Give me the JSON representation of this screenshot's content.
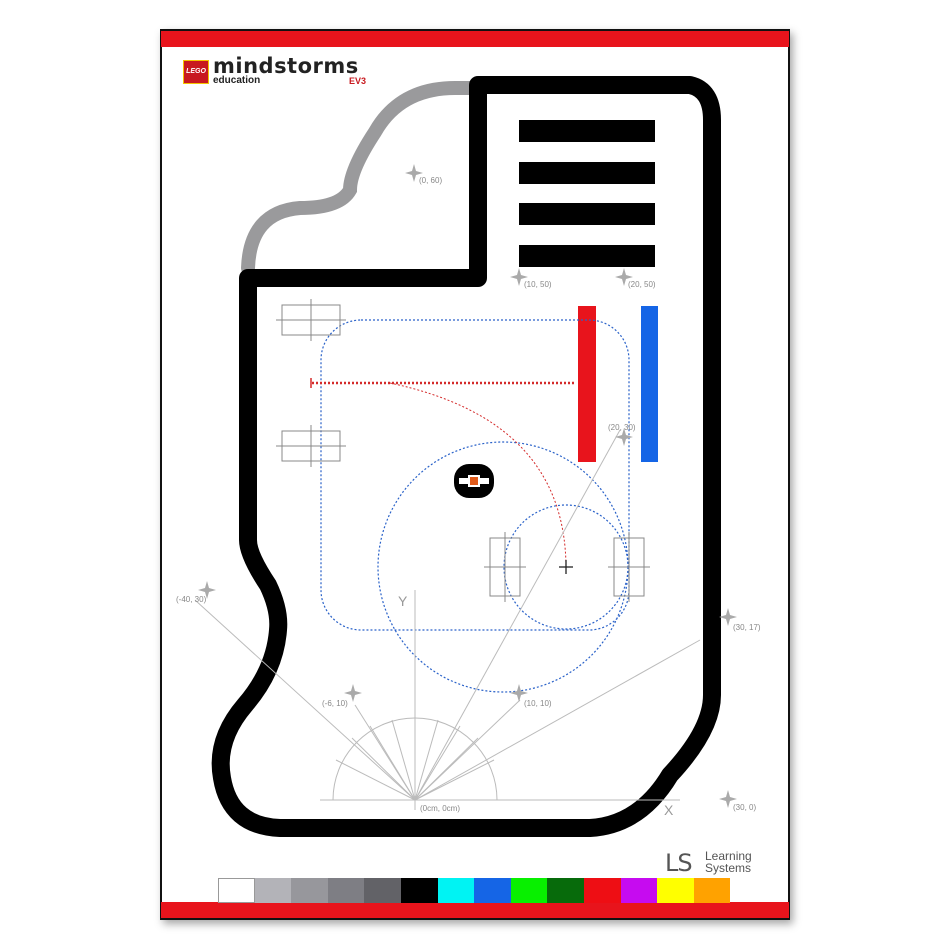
{
  "logo": {
    "lego": "LEGO",
    "brand": "mindstorms",
    "sub": "education",
    "model": "EV3"
  },
  "partner": {
    "mark": "LS",
    "line1": "Learning",
    "line2": "Systems"
  },
  "axes": {
    "x_label": "X",
    "y_label": "Y",
    "origin_label": "(0cm, 0cm)"
  },
  "coordinate_markers": [
    "(0, 60)",
    "(10, 50)",
    "(20, 50)",
    "(20, 30)",
    "(-40, 30)",
    "(30, 17)",
    "(-6, 10)",
    "(10, 10)",
    "(30, 0)"
  ],
  "colors": {
    "stripe_red": "#e8141c",
    "track_black": "#000000",
    "track_gray": "#9a9a9c",
    "red_bar": "#e8141c",
    "blue_bar": "#1565e6",
    "guide_blue": "#2a62c9",
    "guide_red": "#d42a2a",
    "calibration": [
      "#ffffff",
      "#b3b3b8",
      "#97979c",
      "#7e7e84",
      "#626267",
      "#000000",
      "#00f3f3",
      "#1565e6",
      "#08f000",
      "#076b0b",
      "#ee0e14",
      "#c60bf0",
      "#ffff00",
      "#ffa200"
    ]
  }
}
